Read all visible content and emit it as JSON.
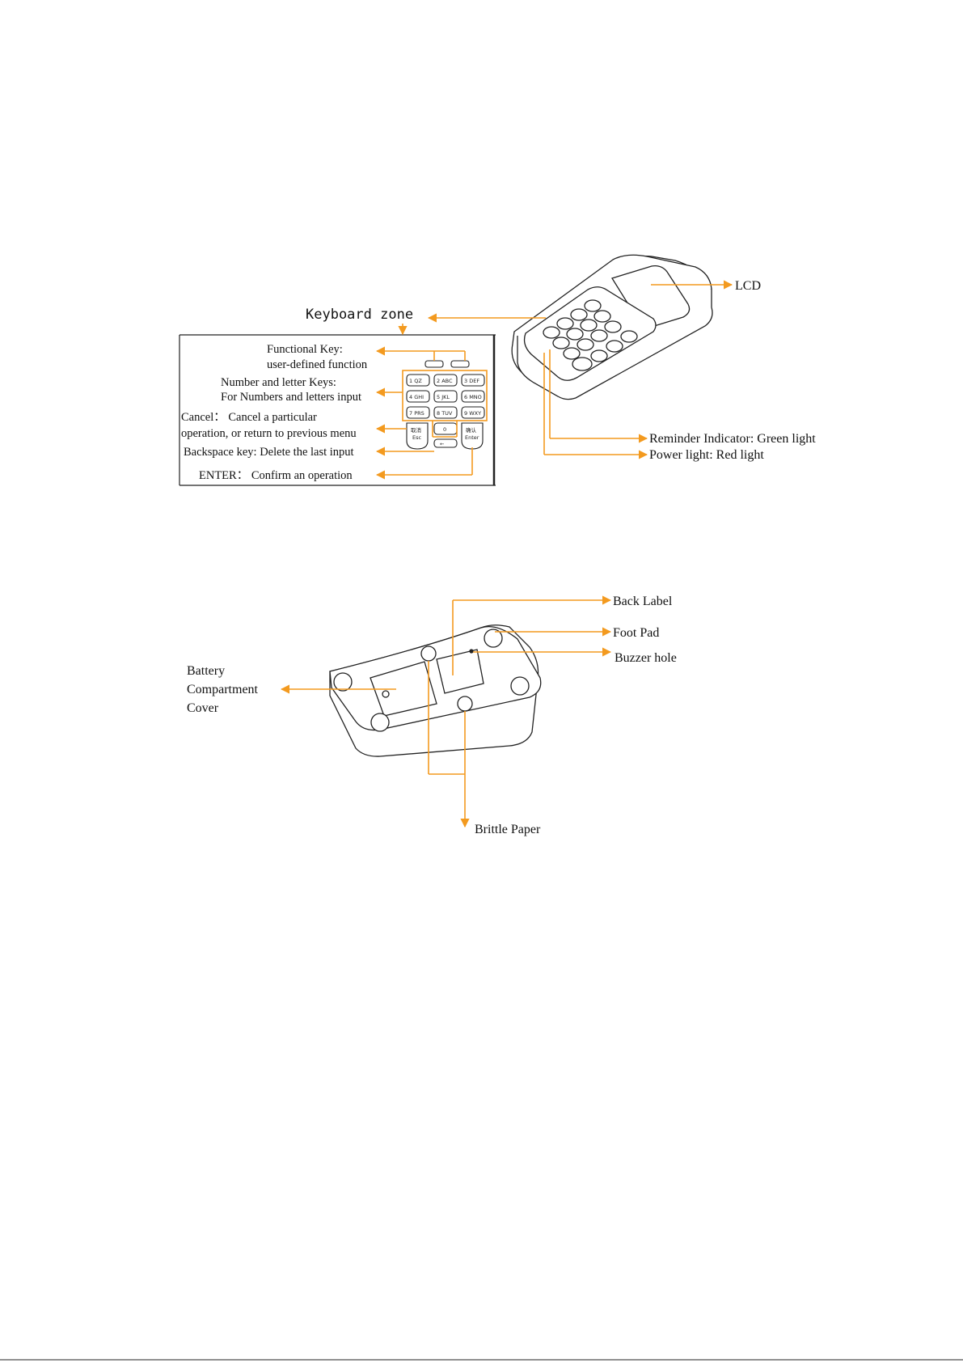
{
  "diagram1": {
    "keyboard_zone": "Keyboard zone",
    "lcd": "LCD",
    "functional_key_title": "Functional Key:",
    "functional_key_desc": "user-defined function",
    "number_keys_title": "Number and letter Keys:",
    "number_keys_desc": "For Numbers and letters input",
    "cancel_line1": "Cancel：  Cancel a particular",
    "cancel_line2": "operation, or return to previous menu",
    "backspace": "Backspace key: Delete the last input",
    "enter": "ENTER：  Confirm an operation",
    "reminder_indicator": "Reminder Indicator:    Green light",
    "power_light": "Power light:     Red light",
    "keypad_keys": [
      "1 QZ",
      "2 ABC",
      "3 DEF",
      "4 GHI",
      "5 JKL",
      "6 MNO",
      "7 PRS",
      "8 TUV",
      "9 WXY",
      "0"
    ],
    "cancel_key": "取消",
    "cancel_key_sub": "Esc",
    "enter_key": "确认",
    "enter_key_sub": "Enter"
  },
  "diagram2": {
    "back_label": "Back Label",
    "foot_pad": "Foot Pad",
    "buzzer_hole": "Buzzer hole",
    "battery_line1": "Battery",
    "battery_line2": "Compartment",
    "battery_line3": "Cover",
    "brittle_paper": "Brittle Paper"
  },
  "colors": {
    "arrow": "#f39a1f",
    "line": "#222222"
  }
}
